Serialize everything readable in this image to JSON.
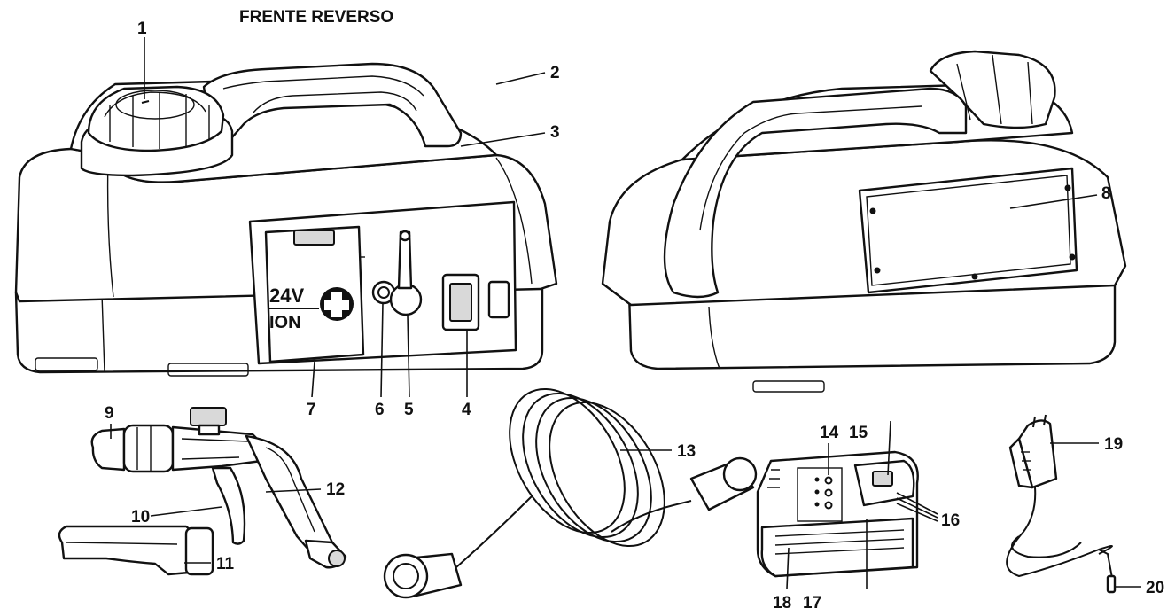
{
  "title": "FRENTE REVERSO",
  "badge": {
    "voltage": "24V",
    "tech": "ION"
  },
  "labels": [
    "1",
    "2",
    "3",
    "4",
    "5",
    "6",
    "7",
    "8",
    "9",
    "10",
    "11",
    "12",
    "13",
    "14",
    "15",
    "16",
    "17",
    "18",
    "19",
    "20"
  ]
}
